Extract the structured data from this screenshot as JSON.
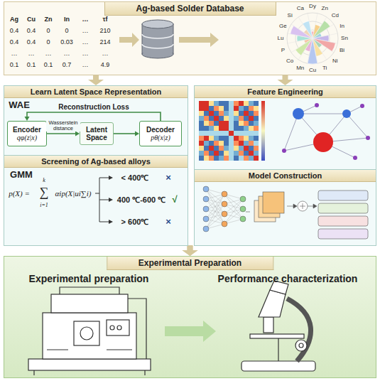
{
  "diagram": {
    "nodes": [
      {
        "text": [
          "Ag-based Solder Database"
        ]
      },
      {
        "text": [
          "Learn Latent Space Representation"
        ]
      },
      {
        "text": [
          "Encoder",
          "qφ(z|x)"
        ],
        "in": 1
      },
      {
        "text": [
          "Latent Space"
        ],
        "in": 1
      },
      {
        "text": [
          "Decoder",
          "pθ(x|z)"
        ],
        "in": 1
      },
      {
        "text": [
          "Screening of Ag-based alloys"
        ],
        "in": 1
      },
      {
        "text": [
          "Feature Engineering"
        ]
      },
      {
        "text": [
          "Model Construction"
        ],
        "in": 6
      },
      {
        "text": [
          "Experimental Preparation"
        ]
      }
    ],
    "edges": [
      {
        "from": 0,
        "to": 1,
        "arrow": "to"
      },
      {
        "from": 0,
        "to": 6,
        "arrow": "to"
      },
      {
        "from": 2,
        "to": 3,
        "label": "Wasserstein distance",
        "arrow": "to"
      },
      {
        "from": 3,
        "to": 4,
        "arrow": "to"
      },
      {
        "from": 4,
        "to": 2,
        "label": "Reconstruction Loss",
        "arrow": "to"
      },
      {
        "from": 5,
        "to": 8,
        "arrow": "to"
      },
      {
        "from": 6,
        "to": 8,
        "arrow": "to"
      }
    ],
    "labels": [
      "Ag",
      "Cu",
      "Zn",
      "In",
      "…",
      "τf",
      "0.4",
      "0.4",
      "0",
      "0",
      "…",
      "210",
      "0.4",
      "0.4",
      "0",
      "0.03",
      "…",
      "214",
      "…",
      "…",
      "…",
      "…",
      "…",
      "…",
      "0.1",
      "0.1",
      "0.1",
      "0.7",
      "…",
      "4.9",
      "Dy",
      "Zn",
      "Cd",
      "In",
      "Sn",
      "Bi",
      "Ni",
      "Ti",
      "Cu",
      "Mn",
      "Co",
      "P",
      "Lu",
      "Ge",
      "Si",
      "Ca",
      "WAE",
      "GMM",
      "p(X) =",
      "k",
      "∑",
      "i=1",
      "αip(X|ui∑i)",
      "< 400℃",
      "×",
      "400 ℃-600 ℃",
      "√",
      "> 600℃",
      "×",
      "Experimental preparation",
      "Performance characterization"
    ]
  }
}
